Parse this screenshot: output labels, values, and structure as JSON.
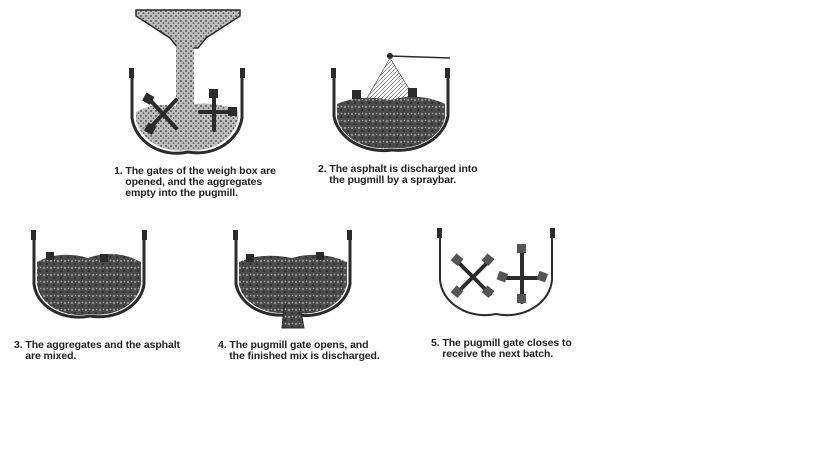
{
  "steps": [
    {
      "id": 1,
      "caption": "1. The gates of the weigh box are\n    opened, and the aggregates\n    empty into the pugmill."
    },
    {
      "id": 2,
      "caption": "2. The asphalt is discharged into\n    the pugmill by a spraybar."
    },
    {
      "id": 3,
      "caption": "3. The aggregates and the asphalt\n    are mixed."
    },
    {
      "id": 4,
      "caption": "4. The pugmill gate opens, and\n    the finished mix is discharged."
    },
    {
      "id": 5,
      "caption": "5. The pugmill gate closes to\n    receive the next batch."
    }
  ],
  "colors": {
    "ink": "#2b2b2b",
    "fill": "#4a4a4a",
    "fill_light": "#9a9a9a",
    "background": "#ffffff"
  }
}
